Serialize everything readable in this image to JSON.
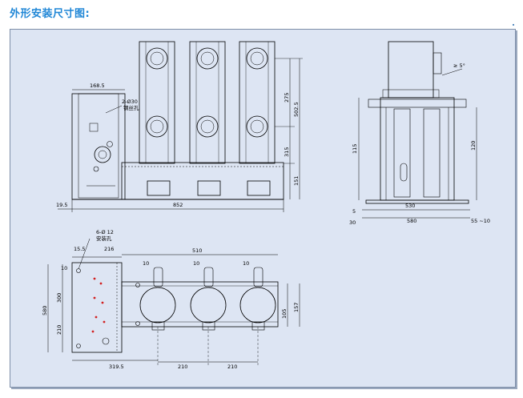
{
  "heading": "外形安装尺寸图:",
  "colors": {
    "heading": "#1f86d6",
    "frame_bg": "#dde5f3",
    "line": "#000000",
    "marker": "#d22020"
  },
  "front_view": {
    "dim_top_left": "168.5",
    "hole_note_1": "2-Ø30",
    "hole_note_2": "钢丝孔",
    "dim_275": "275",
    "dim_502_5": "502.5",
    "dim_315": "315",
    "dim_151": "151",
    "dim_19_5": "19.5",
    "dim_852": "852"
  },
  "side_view": {
    "angle_note": "≥ 5°",
    "dim_115": "115",
    "dim_120": "120",
    "dim_530": "530",
    "dim_5": "5",
    "dim_30": "30",
    "dim_580": "580",
    "dim_55_10": "55 ~10"
  },
  "top_view": {
    "hole_note_1": "6-Ø 12",
    "hole_note_2": "安装孔",
    "dim_15_5": "15.5",
    "dim_216": "216",
    "dim_510": "510",
    "dim_10_a": "10",
    "dim_10_b": "10",
    "dim_10_c": "10",
    "dim_10_d": "10",
    "dim_300": "300",
    "dim_580": "580",
    "dim_210_v": "210",
    "dim_105": "105",
    "dim_157": "157",
    "dim_319_5": "319.5",
    "dim_210_a": "210",
    "dim_210_b": "210"
  }
}
